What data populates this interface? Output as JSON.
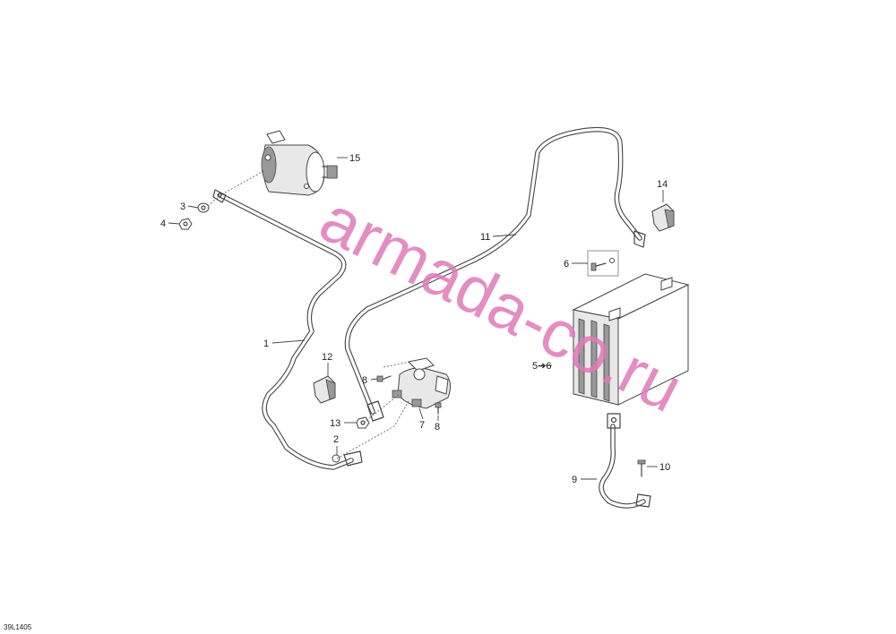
{
  "callouts": {
    "c1": "1",
    "c2": "2",
    "c3": "3",
    "c4": "4",
    "c5_6": "5➔6",
    "c6": "6",
    "c7": "7",
    "c8a": "8",
    "c8b": "8",
    "c9": "9",
    "c10": "10",
    "c11": "11",
    "c12": "12",
    "c13": "13",
    "c14": "14",
    "c15": "15"
  },
  "doc_id": "39L1405",
  "watermark": "armada-co.ru",
  "colors": {
    "watermark": "#e07ab7",
    "line": "#444444"
  }
}
